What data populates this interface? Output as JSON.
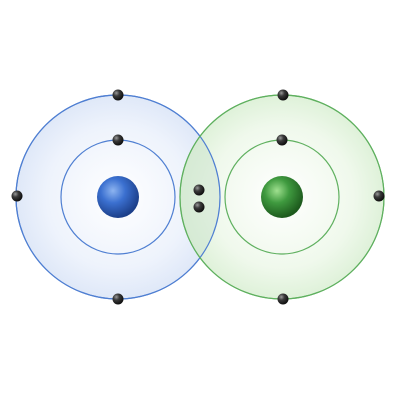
{
  "diagram": {
    "colors": {
      "left_atom": "#3a6fc9",
      "left_shell_stroke": "#4a7bd0",
      "left_fill": "#e8f0fb",
      "right_atom": "#3f9a3f",
      "right_shell_stroke": "#5fb05f",
      "right_fill": "#e3f3df",
      "electron": "#1a1a1a"
    },
    "atoms": [
      {
        "name": "left-atom",
        "electrons_inner": 1,
        "electrons_outer": 3
      },
      {
        "name": "right-atom",
        "electrons_inner": 1,
        "electrons_outer": 3
      }
    ],
    "shared_electrons": 2
  }
}
